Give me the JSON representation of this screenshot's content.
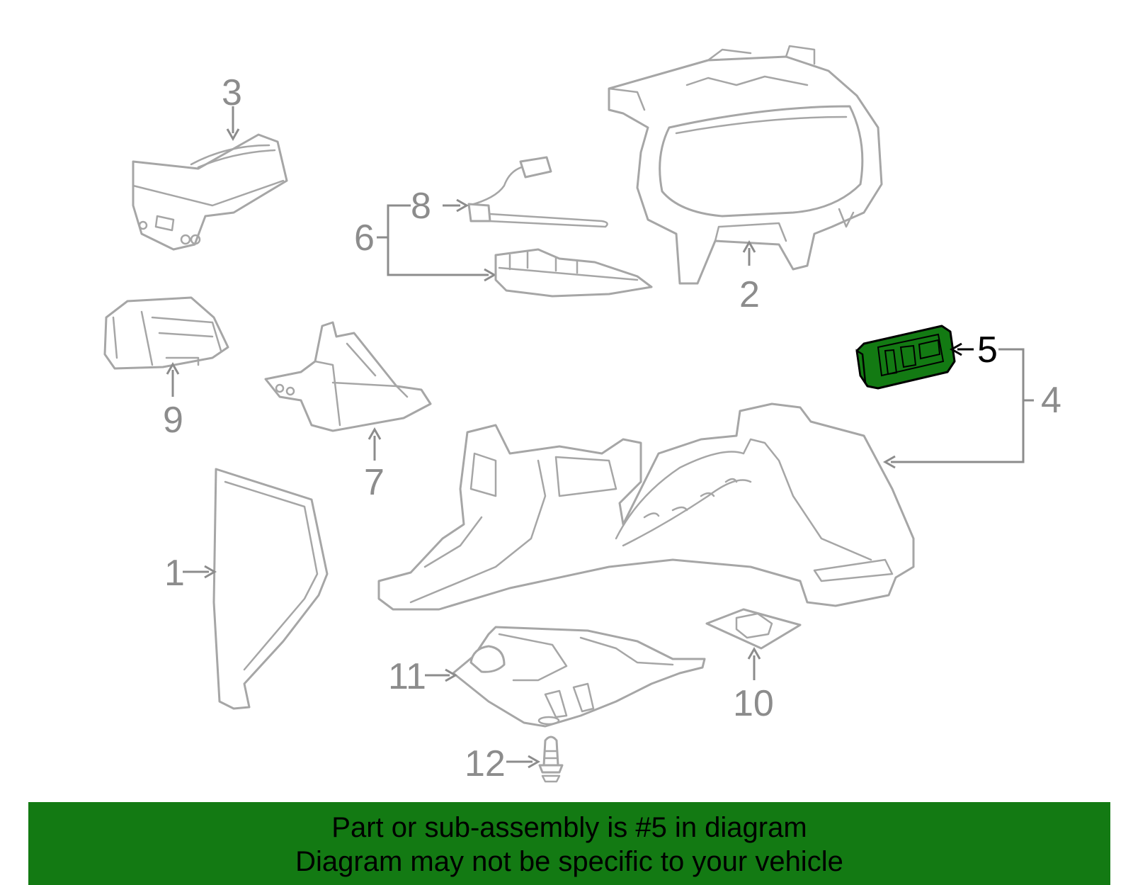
{
  "diagram": {
    "callouts": [
      {
        "id": "1",
        "label": "1"
      },
      {
        "id": "2",
        "label": "2"
      },
      {
        "id": "3",
        "label": "3"
      },
      {
        "id": "4",
        "label": "4"
      },
      {
        "id": "5",
        "label": "5"
      },
      {
        "id": "6",
        "label": "6"
      },
      {
        "id": "7",
        "label": "7"
      },
      {
        "id": "8",
        "label": "8"
      },
      {
        "id": "9",
        "label": "9"
      },
      {
        "id": "10",
        "label": "10"
      },
      {
        "id": "11",
        "label": "11"
      },
      {
        "id": "12",
        "label": "12"
      }
    ],
    "highlighted_part": "5",
    "colors": {
      "part_stroke": "#a6a6a6",
      "callout": "#8c8c8c",
      "highlight_fill": "#137a13",
      "highlight_stroke": "#000000"
    }
  },
  "banner": {
    "line1": "Part or sub-assembly is #5 in diagram",
    "line2": "Diagram may not be specific to your vehicle",
    "background": "#137a13"
  }
}
